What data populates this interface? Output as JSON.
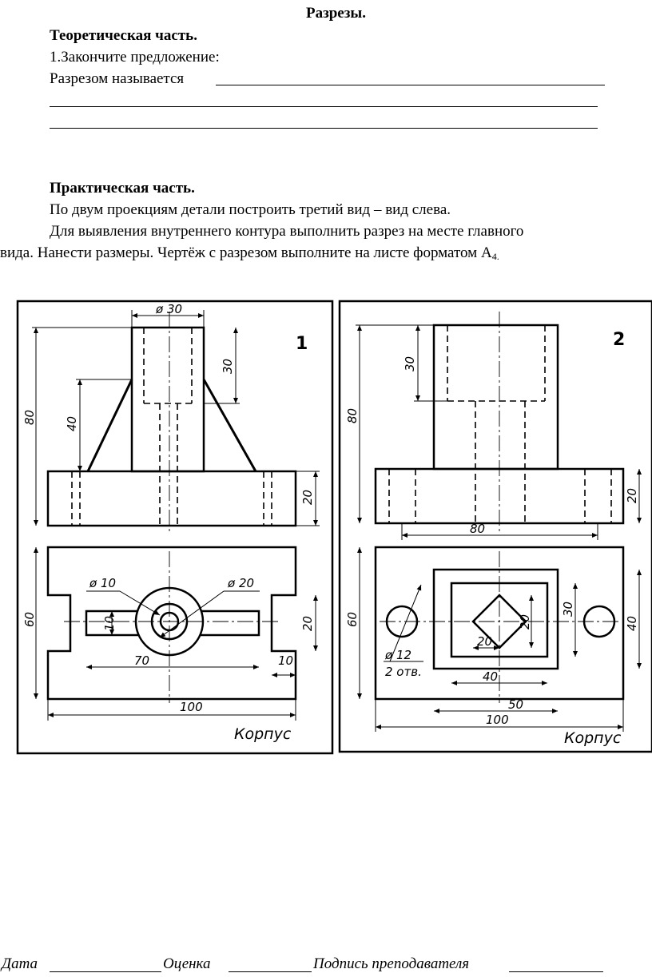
{
  "title": "Разрезы.",
  "theory": {
    "heading": "Теоретическая часть.",
    "task": "1.Закончите предложение:",
    "prompt": "Разрезом называется"
  },
  "practice": {
    "heading": "Практическая часть.",
    "line1": "По двум проекциям детали построить третий вид – вид слева.",
    "line2": "Для выявления внутреннего контура выполнить разрез на месте главного",
    "line3": "вида. Нанести размеры. Чертёж с  разрезом выполните на листе форматом А",
    "line3_sub": "4."
  },
  "drawing1": {
    "number": "1",
    "name": "Корпус",
    "dims": {
      "d30": "ø 30",
      "h30": "30",
      "h80": "80",
      "h40": "40",
      "h20": "20",
      "d10": "ø 10",
      "d20": "ø 20",
      "h60": "60",
      "w10": "10",
      "w20": "20",
      "w70": "70",
      "w10b": "10",
      "w100": "100"
    }
  },
  "drawing2": {
    "number": "2",
    "name": "Корпус",
    "dims": {
      "h30": "30",
      "h80": "80",
      "h20": "20",
      "w80": "80",
      "h60": "60",
      "d12": "ø 12",
      "holes": "2 отв.",
      "s20a": "20",
      "s20b": "20",
      "v30": "30",
      "v40": "40",
      "w40": "40",
      "w50": "50",
      "w100": "100"
    }
  },
  "footer": {
    "date": "Дата ",
    "grade": "Оценка ",
    "signature": "Подпись преподавателя"
  }
}
